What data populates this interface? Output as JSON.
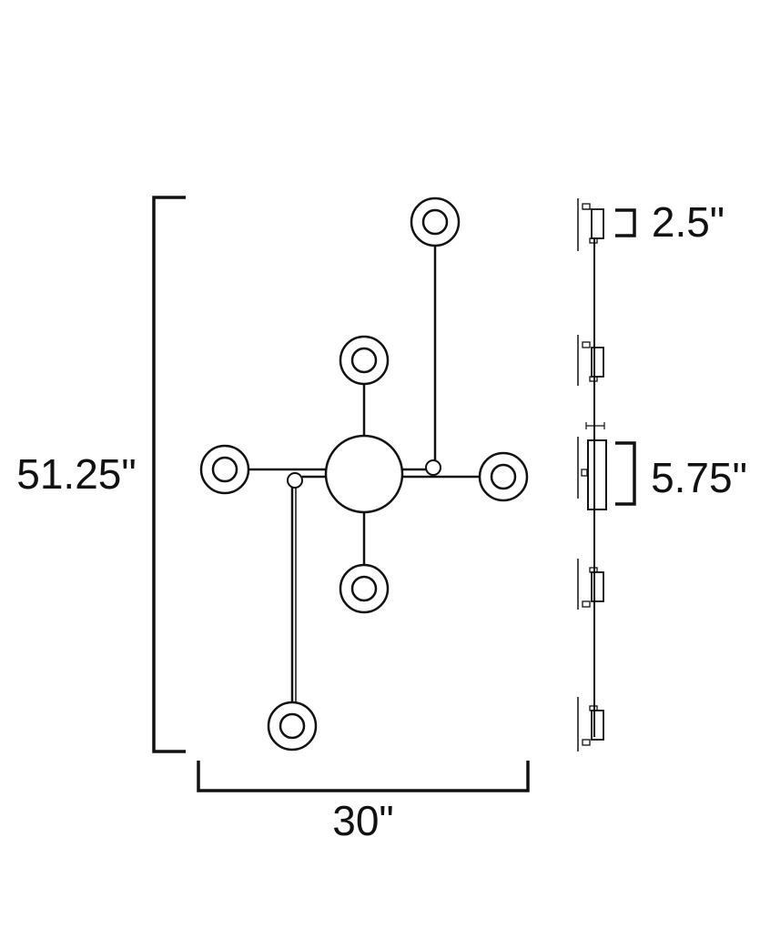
{
  "dimensions": {
    "height": "51.25\"",
    "width": "30\"",
    "shade_depth": "2.5\"",
    "canopy_height": "5.75\""
  },
  "colors": {
    "line": "#111111",
    "background": "#ffffff"
  }
}
